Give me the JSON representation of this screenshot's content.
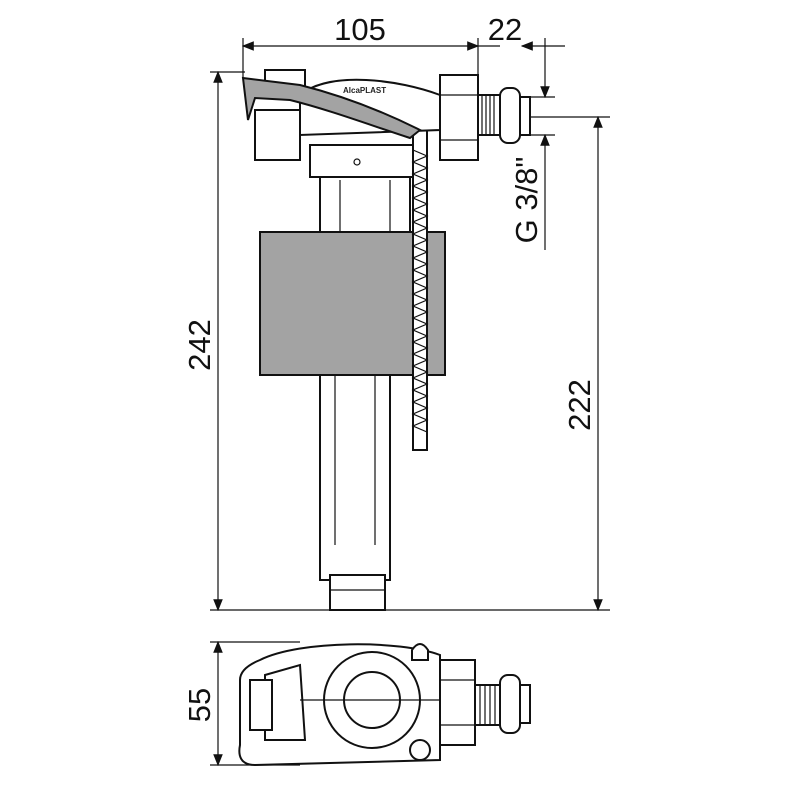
{
  "dimensions": {
    "width_body": "105",
    "width_inlet": "22",
    "height_total": "242",
    "height_inlet": "222",
    "thread": "G 3/8\"",
    "depth_top_view": "55"
  },
  "logo_text": "AlcaPLAST",
  "colors": {
    "line": "#111111",
    "float": "#a3a3a3"
  }
}
